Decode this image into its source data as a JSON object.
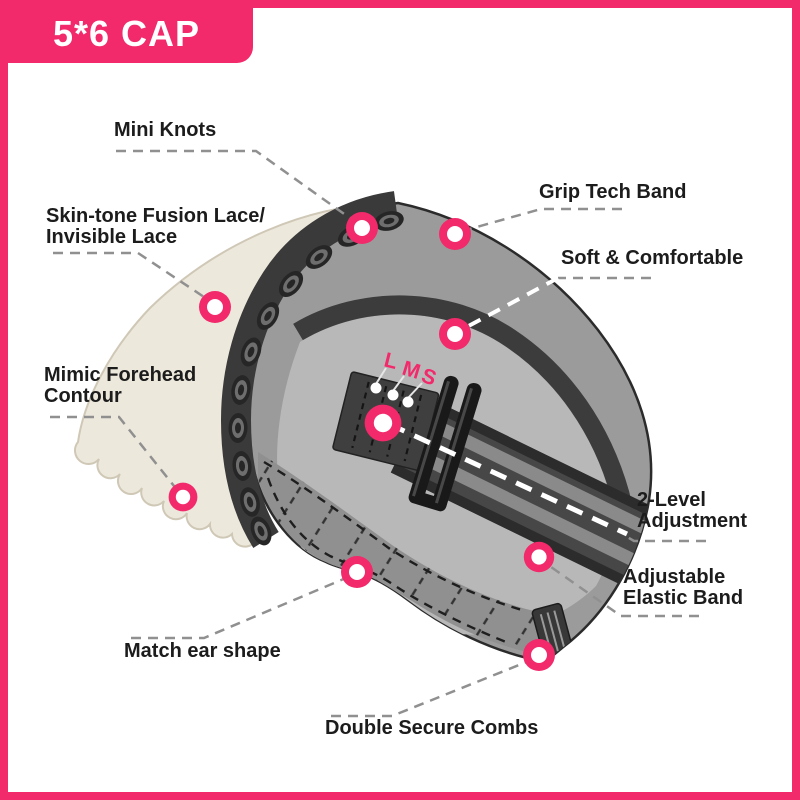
{
  "banner": {
    "label": "5*6 CAP"
  },
  "callouts": {
    "mini_knots": "Mini Knots",
    "skin_tone": "Skin-tone Fusion Lace/\nInvisible Lace",
    "grip_tech": "Grip Tech Band",
    "soft_comfortable": "Soft & Comfortable",
    "mimic_forehead": "Mimic Forehead\nContour",
    "two_level": "2-Level\nAdjustment",
    "adjustable_elastic": "Adjustable\nElastic Band",
    "match_ear": "Match ear shape",
    "double_combs": "Double Secure Combs"
  },
  "size_markers": [
    "L",
    "M",
    "S"
  ],
  "colors": {
    "accent_pink": "#F2296B",
    "lace_beige": "#EDE8DC",
    "cap_gray": "#9B9B9B",
    "crown_light_gray": "#B8B8B8",
    "band_dark": "#3D3D3D",
    "hatch_gray": "#909090",
    "label_text": "#1C1C1C"
  }
}
